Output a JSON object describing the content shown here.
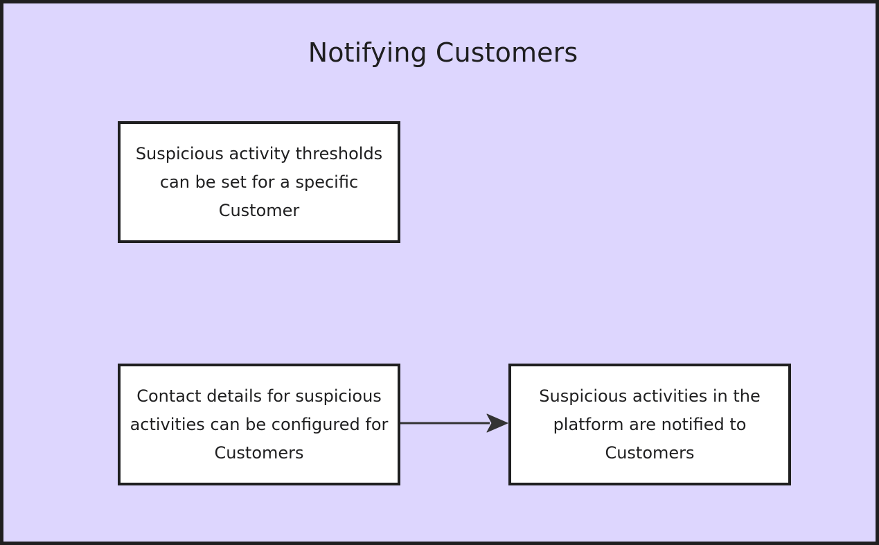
{
  "diagram": {
    "title": "Notifying Customers",
    "type": "flowchart",
    "background_color": "#ddd6fe",
    "frame_border_color": "#1f1f20",
    "node_fill_color": "#ffffff",
    "node_border_color": "#1f1f20",
    "edge_color": "#333333",
    "text_color": "#1f1f20",
    "nodes": [
      {
        "id": "thresholds",
        "label": "Suspicious activity thresholds can be set for a specific Customer"
      },
      {
        "id": "contact",
        "label": "Contact details for suspicious activities can be configured for Customers"
      },
      {
        "id": "notify",
        "label": "Suspicious activities in the platform are notified to Customers"
      }
    ],
    "edges": [
      {
        "id": "contact-to-notify",
        "from": "contact",
        "to": "notify",
        "label": "",
        "arrowhead": "filled-triangle",
        "direction": "right"
      }
    ]
  }
}
